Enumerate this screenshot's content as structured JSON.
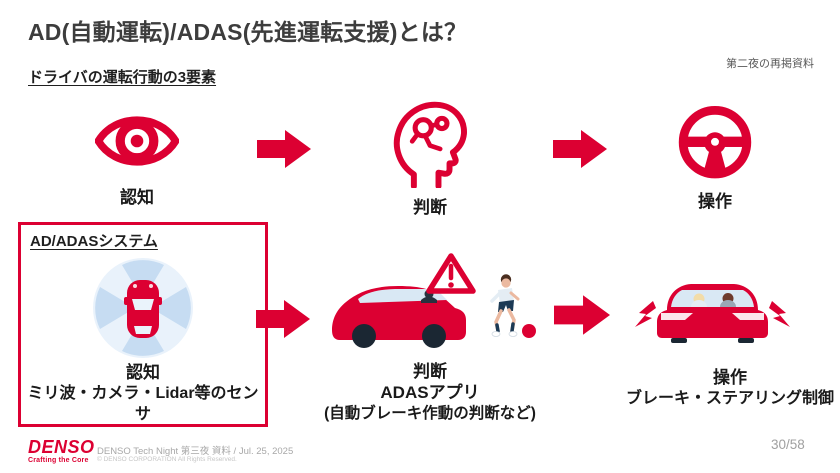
{
  "slide": {
    "title": "AD(自動運転)/ADAS(先進運転支援)とは？",
    "annotation": "第二夜の再掲資料",
    "subtitle": "ドライバの運転行動の3要素",
    "page_number": "30/58"
  },
  "driver_flow": {
    "steps": [
      {
        "label": "認知",
        "icon": "eye-icon"
      },
      {
        "label": "判断",
        "icon": "brain-circuit-icon"
      },
      {
        "label": "操作",
        "icon": "steering-wheel-icon"
      }
    ]
  },
  "system_flow": {
    "box_title": "AD/ADASシステム",
    "perception": {
      "title": "認知",
      "subtitle": "ミリ波・カメラ・Lidar等のセンサ",
      "icon": "sensor-car-icon"
    },
    "judgment": {
      "title": "判断",
      "subtitle": "ADASアプリ",
      "note": "(自動ブレーキ作動の判断など)",
      "icon": "car-warning-child-icon"
    },
    "operation": {
      "title": "操作",
      "subtitle": "ブレーキ・ステアリング制御",
      "icon": "braking-car-icon"
    }
  },
  "footer": {
    "logo_text": "DENSO",
    "logo_tagline": "Crafting the Core",
    "credit": "DENSO Tech Night 第三夜 資料 / Jul. 25, 2025",
    "copyright": "© DENSO CORPORATION All Rights Reserved."
  },
  "colors": {
    "denso_red": "#DC0032",
    "text_dark": "#1a1a1a",
    "title_gray": "#3d3d3d",
    "footer_gray": "#a8a8a8",
    "sensor_blue_bg": "#E9F2FB",
    "sensor_blue_wedge": "#C6DCF2",
    "window_blue": "#D9E8F4",
    "wheel_dark": "#1B2733"
  }
}
